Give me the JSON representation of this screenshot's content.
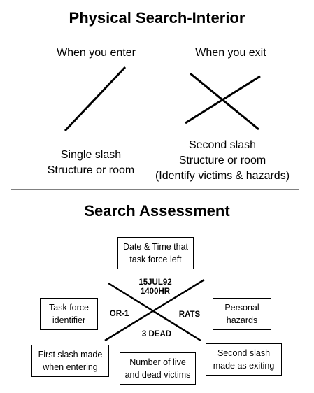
{
  "interior": {
    "title": "Physical Search-Interior",
    "enter_prefix": "When you ",
    "enter_word": "enter",
    "exit_prefix": "When you ",
    "exit_word": "exit",
    "single_slash_line1": "Single slash",
    "single_slash_line2": "Structure or room",
    "second_slash_line1": "Second slash",
    "second_slash_line2": "Structure or room",
    "second_slash_line3": "(Identify victims & hazards)"
  },
  "assessment": {
    "title": "Search Assessment",
    "box_datetime_line1": "Date & Time that",
    "box_datetime_line2": "task force left",
    "box_taskforce_line1": "Task force",
    "box_taskforce_line2": "identifier",
    "box_hazards_line1": "Personal",
    "box_hazards_line2": "hazards",
    "box_firstslash_line1": "First slash made",
    "box_firstslash_line2": "when entering",
    "box_victims_line1": "Number of live",
    "box_victims_line2": "and dead victims",
    "box_secondslash_line1": "Second slash",
    "box_secondslash_line2": "made as exiting",
    "mark_date": "15JUL92",
    "mark_time": "1400HR",
    "mark_taskforce": "OR-1",
    "mark_hazards": "RATS",
    "mark_victims": "3 DEAD"
  }
}
